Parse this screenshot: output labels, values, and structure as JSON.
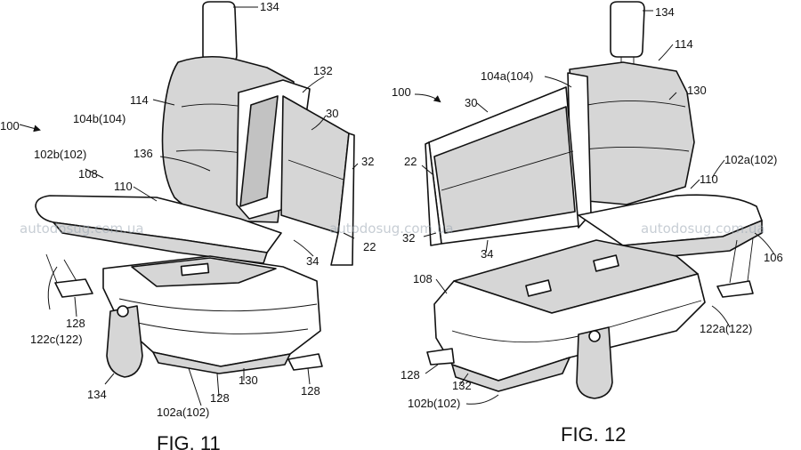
{
  "figures": [
    {
      "caption": "FIG. 11",
      "labels": {
        "l134": "134",
        "l132": "132",
        "l30": "30",
        "l100": "100",
        "l114": "114",
        "l104b": "104b(104)",
        "l102b": "102b(102)",
        "l108": "108",
        "l110": "110",
        "l136": "136",
        "l32": "32",
        "l22": "22",
        "l34": "34",
        "l122c": "122c(122)",
        "l128a": "128",
        "l134b": "134",
        "l128b": "128",
        "l130": "130",
        "l128c": "128",
        "l102a": "102a(102)"
      }
    },
    {
      "caption": "FIG. 12",
      "labels": {
        "l134": "134",
        "l104a": "104a(104)",
        "l114": "114",
        "l100": "100",
        "l30": "30",
        "l130": "130",
        "l102a": "102a(102)",
        "l22": "22",
        "l110": "110",
        "l32": "32",
        "l34": "34",
        "l106": "106",
        "l108": "108",
        "l122a": "122a(122)",
        "l128": "128",
        "l132": "132",
        "l102b": "102b(102)"
      }
    }
  ],
  "watermark": "autodosug.com.ua"
}
